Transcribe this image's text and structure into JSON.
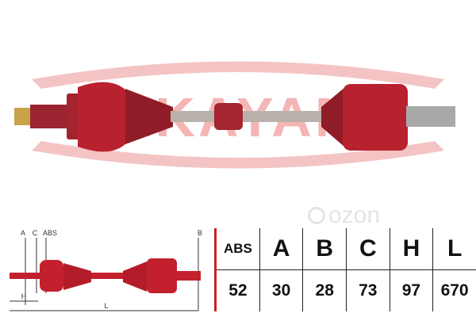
{
  "brand": "NAKAYAMA",
  "watermark": "ozon",
  "diagram_labels": {
    "a": "A",
    "c": "C",
    "abs": "ABS",
    "b": "B",
    "h": "H",
    "l": "L"
  },
  "spec_table": {
    "headers": [
      "ABS",
      "A",
      "B",
      "C",
      "H",
      "L"
    ],
    "values": [
      "52",
      "30",
      "28",
      "73",
      "97",
      "670"
    ]
  },
  "colors": {
    "brand_red": "#cc1c2b",
    "shaft_red": "#b8212e",
    "metal": "#b8b2aa"
  }
}
